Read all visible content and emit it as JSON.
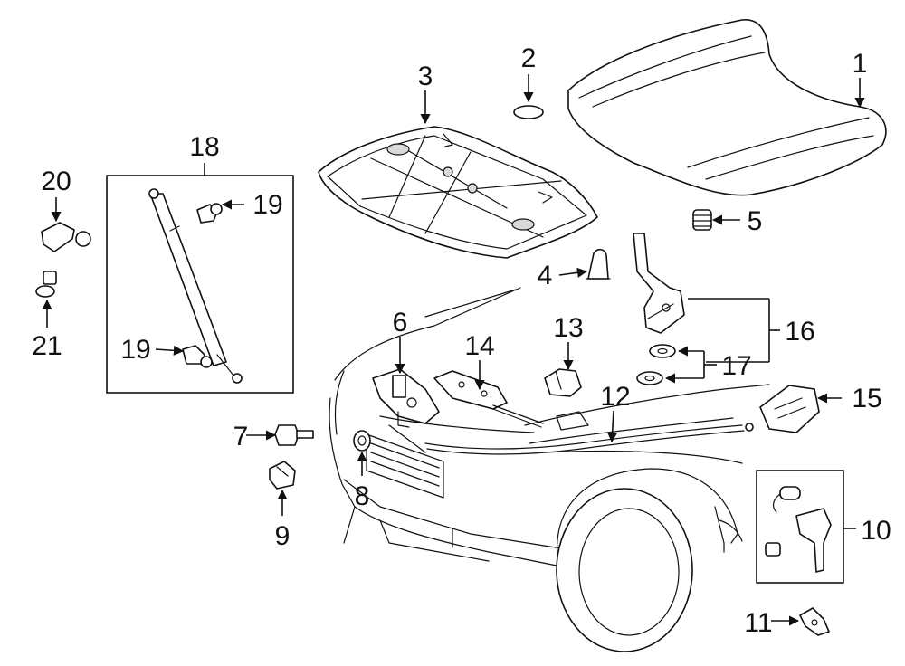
{
  "callouts": [
    {
      "id": "1",
      "text": "1"
    },
    {
      "id": "2",
      "text": "2"
    },
    {
      "id": "3",
      "text": "3"
    },
    {
      "id": "4",
      "text": "4"
    },
    {
      "id": "5",
      "text": "5"
    },
    {
      "id": "6",
      "text": "6"
    },
    {
      "id": "7",
      "text": "7"
    },
    {
      "id": "8",
      "text": "8"
    },
    {
      "id": "9",
      "text": "9"
    },
    {
      "id": "10",
      "text": "10"
    },
    {
      "id": "11",
      "text": "11"
    },
    {
      "id": "12",
      "text": "12"
    },
    {
      "id": "13",
      "text": "13"
    },
    {
      "id": "14",
      "text": "14"
    },
    {
      "id": "15",
      "text": "15"
    },
    {
      "id": "16",
      "text": "16"
    },
    {
      "id": "17",
      "text": "17"
    },
    {
      "id": "18",
      "text": "18"
    },
    {
      "id": "19a",
      "text": "19"
    },
    {
      "id": "19b",
      "text": "19"
    },
    {
      "id": "20",
      "text": "20"
    },
    {
      "id": "21",
      "text": "21"
    }
  ]
}
